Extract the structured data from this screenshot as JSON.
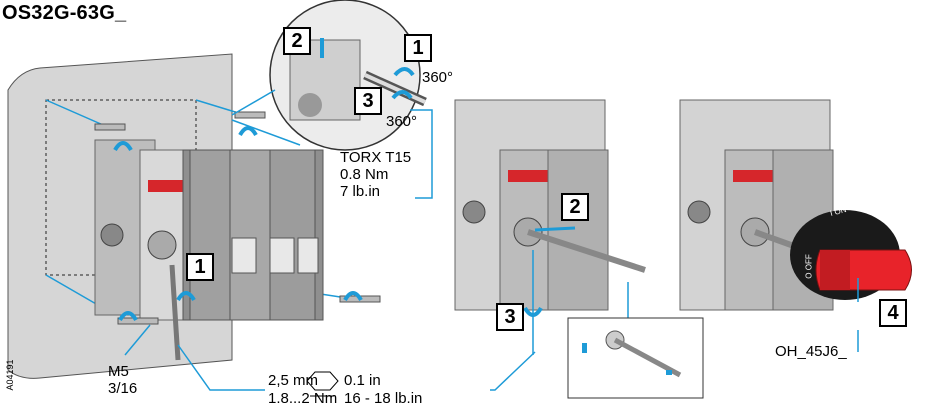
{
  "title": "OS32G-63G_",
  "doc_id": "A04191",
  "callouts": {
    "top_left_step": "2",
    "top_right_step": "1",
    "top_mid_step": "3",
    "left_handle_step": "1",
    "mid_shaft_step": "2",
    "mid_bottom_step": "3",
    "right_step": "4"
  },
  "labels": {
    "rotation_1": "360°",
    "rotation_2": "360°",
    "torx_line1": "TORX T15",
    "torx_line2": "0.8 Nm",
    "torx_line3": "7 lb.in",
    "screw_line1": "M5",
    "screw_line2": "3/16",
    "hex_size_mm": "2,5 mm",
    "hex_size_in": "0.1 in",
    "torque_nm": "1.8...2 Nm",
    "torque_lbin": "16 - 18 lb.in",
    "handle_code": "OH_45J6_"
  },
  "handle_markings": {
    "on": "I ON",
    "off": "O OFF"
  },
  "colors": {
    "arrow_blue": "#1e9bd7",
    "handle_red": "#e8232a",
    "handle_black": "#1a1a1a",
    "abb_red": "#d6262b",
    "panel_grey": "#c8c8c8"
  }
}
